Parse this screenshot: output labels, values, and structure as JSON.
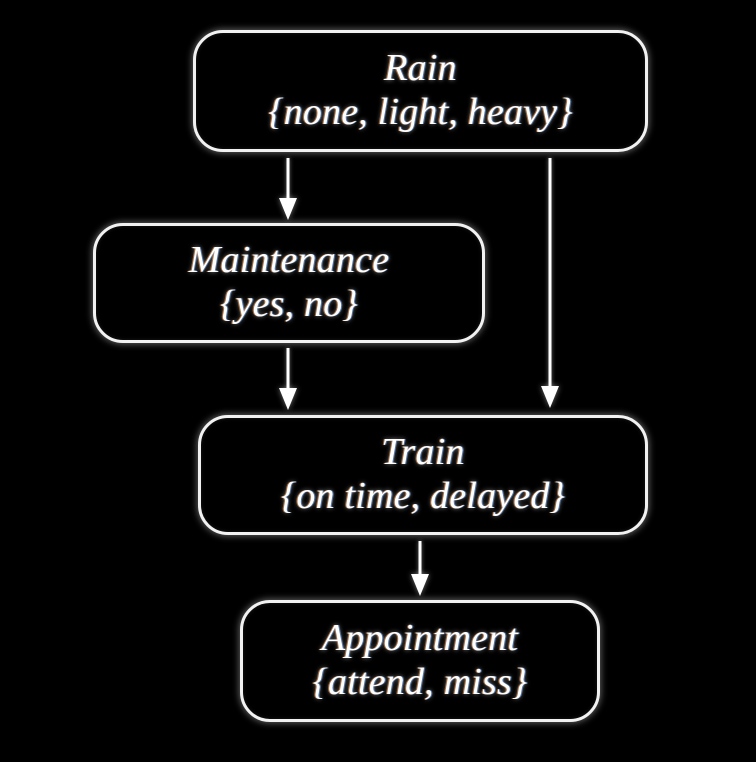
{
  "diagram": {
    "type": "bayesian-network",
    "background_color": "#000000",
    "node_border_color": "#f2f2f2",
    "node_text_color": "#ffffff",
    "arrow_color": "#ffffff",
    "nodes": [
      {
        "id": "rain",
        "name": "Rain",
        "states": "{none, light, heavy}"
      },
      {
        "id": "maintenance",
        "name": "Maintenance",
        "states": "{yes, no}"
      },
      {
        "id": "train",
        "name": "Train",
        "states": "{on time, delayed}"
      },
      {
        "id": "appointment",
        "name": "Appointment",
        "states": "{attend, miss}"
      }
    ],
    "edges": [
      {
        "id": "rain-maintenance",
        "from": "Rain",
        "to": "Maintenance"
      },
      {
        "id": "rain-train",
        "from": "Rain",
        "to": "Train"
      },
      {
        "id": "maintenance-train",
        "from": "Maintenance",
        "to": "Train"
      },
      {
        "id": "train-appointment",
        "from": "Train",
        "to": "Appointment"
      }
    ]
  }
}
